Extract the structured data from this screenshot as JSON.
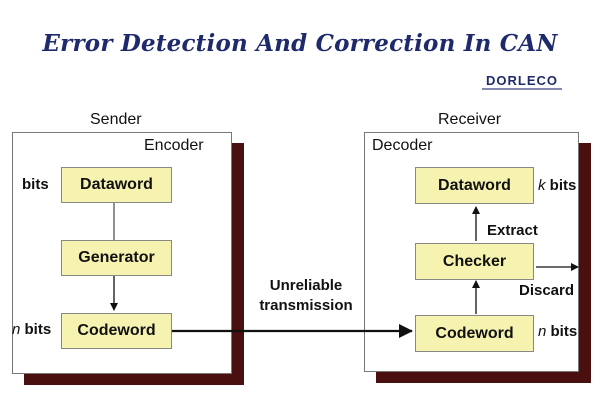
{
  "title": "Error Detection And Correction In CAN",
  "logo": {
    "text": "DORLECO",
    "color": "#1e2a6b"
  },
  "colors": {
    "node_fill": "#f6f2b0",
    "shadow": "#4a0f0f",
    "title": "#1e2a6b"
  },
  "sender": {
    "label": "Sender",
    "panel_label": "Encoder",
    "nodes": {
      "dataword": "Dataword",
      "generator": "Generator",
      "codeword": "Codeword"
    },
    "bits_label": "bits",
    "n_var": "n",
    "n_bits_label": " bits"
  },
  "channel": {
    "line1": "Unreliable",
    "line2": "transmission"
  },
  "receiver": {
    "label": "Receiver",
    "panel_label": "Decoder",
    "nodes": {
      "dataword": "Dataword",
      "checker": "Checker",
      "codeword": "Codeword"
    },
    "k_var": "k",
    "k_bits_label": " bits",
    "n_var": "n",
    "n_bits_label": " bits",
    "extract_label": "Extract",
    "discard_label": "Discard"
  }
}
